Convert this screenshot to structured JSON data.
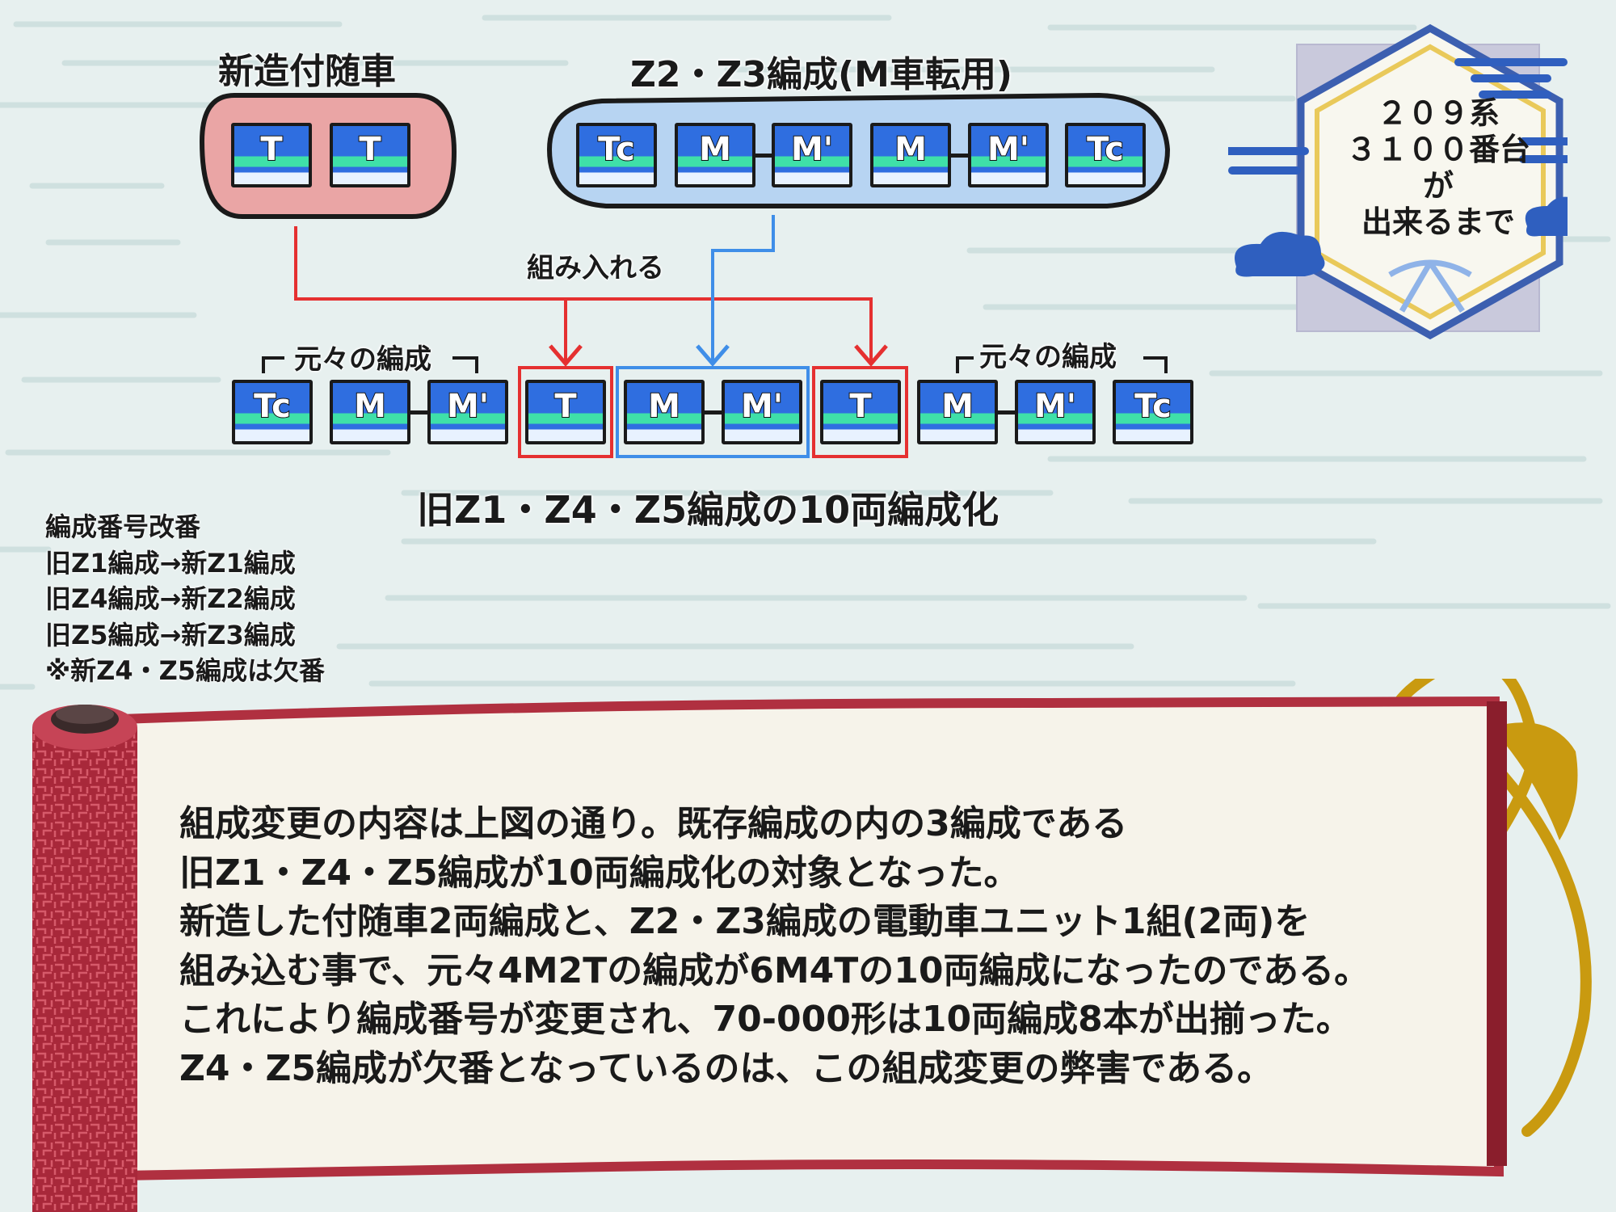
{
  "colors": {
    "added_trailer": "#e53030",
    "moved_motor": "#3f8ee8",
    "car_body": "#2f6ee0",
    "car_stripe": "#3fe0a8",
    "scroll_red": "#a8283a"
  },
  "titles": {
    "new_trailers": "新造付随車",
    "donor_set": "Z2・Z3編成(M車転用)",
    "insert_label": "組み入れる",
    "original_left": "元々の編成",
    "original_right": "元々の編成",
    "result": "旧Z1・Z4・Z5編成の10両編成化"
  },
  "new_trailer_cars": [
    "T",
    "T"
  ],
  "donor_cars": [
    "Tc",
    "M",
    "M'",
    "M",
    "M'",
    "Tc"
  ],
  "result_cars": [
    "Tc",
    "M",
    "M'",
    "T",
    "M",
    "M'",
    "T",
    "M",
    "M'",
    "Tc"
  ],
  "renumbering": [
    "編成番号改番",
    "旧Z1編成→新Z1編成",
    "旧Z4編成→新Z2編成",
    "旧Z5編成→新Z3編成",
    "※新Z4・Z5編成は欠番"
  ],
  "badge": [
    "２０９系",
    "３１００番台",
    "が",
    "出来るまで"
  ],
  "scroll_lines": [
    "組成変更の内容は上図の通り。既存編成の内の3編成である",
    "旧Z1・Z4・Z5編成が10両編成化の対象となった。",
    "新造した付随車2両編成と、Z2・Z3編成の電動車ユニット1組(2両)を",
    "組み込む事で、元々4M2Tの編成が6M4Tの10両編成になったのである。",
    "これにより編成番号が変更され、70-000形は10両編成8本が出揃った。",
    "Z4・Z5編成が欠番となっているのは、この組成変更の弊害である。"
  ]
}
